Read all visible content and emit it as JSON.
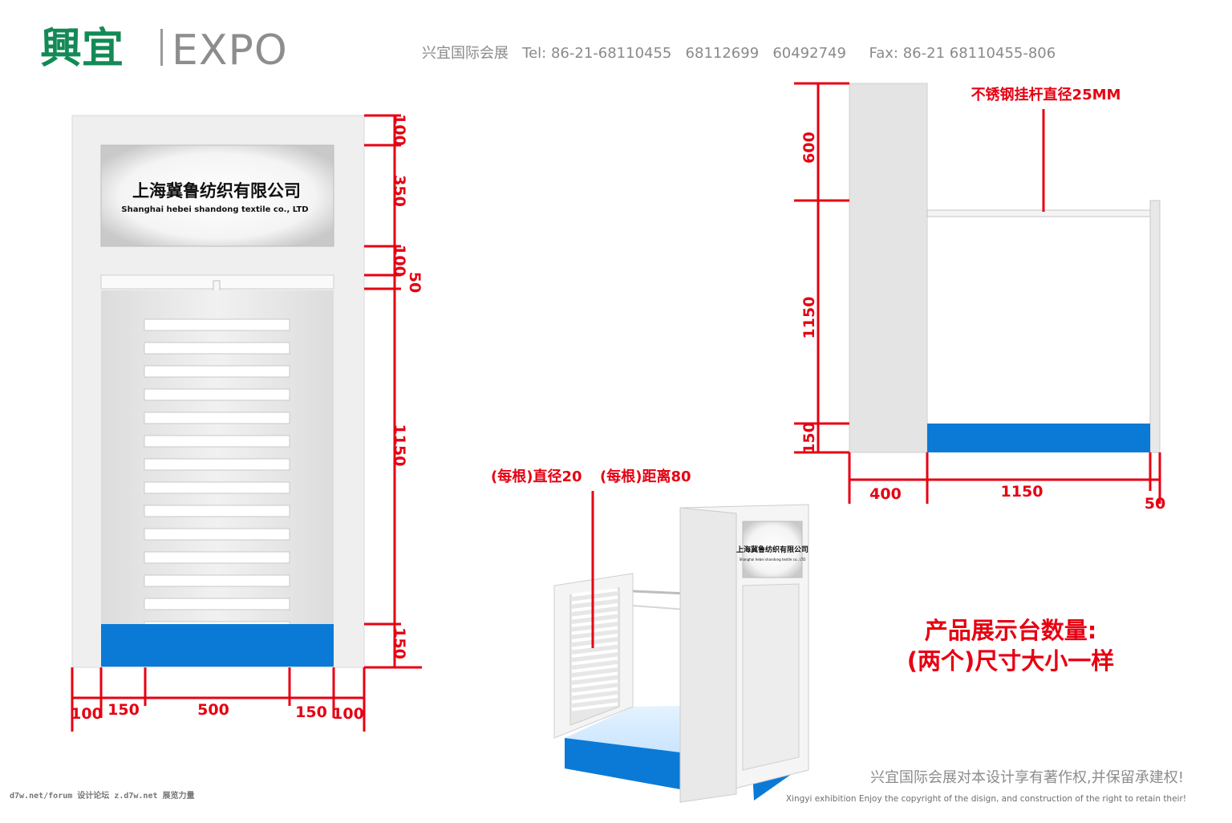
{
  "header": {
    "logo_cn": "興宜",
    "logo_latin": "EXPO",
    "contact": "兴宜国际会展   Tel: 86-21-68110455   68112699   60492749     Fax: 86-21 68110455-806"
  },
  "sign": {
    "company_cn": "上海冀鲁纺织有限公司",
    "company_en": "Shanghai hebei shandong textile co., LTD"
  },
  "front_view": {
    "vertical_dims": [
      "100",
      "350",
      "100",
      "50",
      "1150",
      "150"
    ],
    "horizontal_dims": [
      "100",
      "150",
      "500",
      "150",
      "100"
    ]
  },
  "side_view": {
    "rod_note": "不锈钢挂杆直径25MM",
    "vertical_dims": [
      "600",
      "1150",
      "150"
    ],
    "horizontal_dims": [
      "400",
      "1150",
      "50"
    ]
  },
  "perspective": {
    "note_diameter": "(每根)直径20",
    "note_spacing": "(每根)距离80",
    "sign_small": "上海冀鲁纺织有限公司",
    "sign_small_en": "Shanghai hebei shandong textile co., LTD"
  },
  "quantity_note": {
    "line1": "产品展示台数量:",
    "line2": "(两个)尺寸大小一样"
  },
  "copyright": {
    "cn": "兴宜国际会展对本设计享有著作权,并保留承建权!",
    "en": "Xingyi exhibition Enjoy the copyright of the disign, and construction of the right to retain their!"
  },
  "watermark": "d7w.net/forum 设计论坛 z.d7w.net 展览力量",
  "colors": {
    "dimension_red": "#e60012",
    "base_blue": "#0a7ad6",
    "logo_green": "#138a55",
    "panel_grey": "#e6e6e6"
  }
}
